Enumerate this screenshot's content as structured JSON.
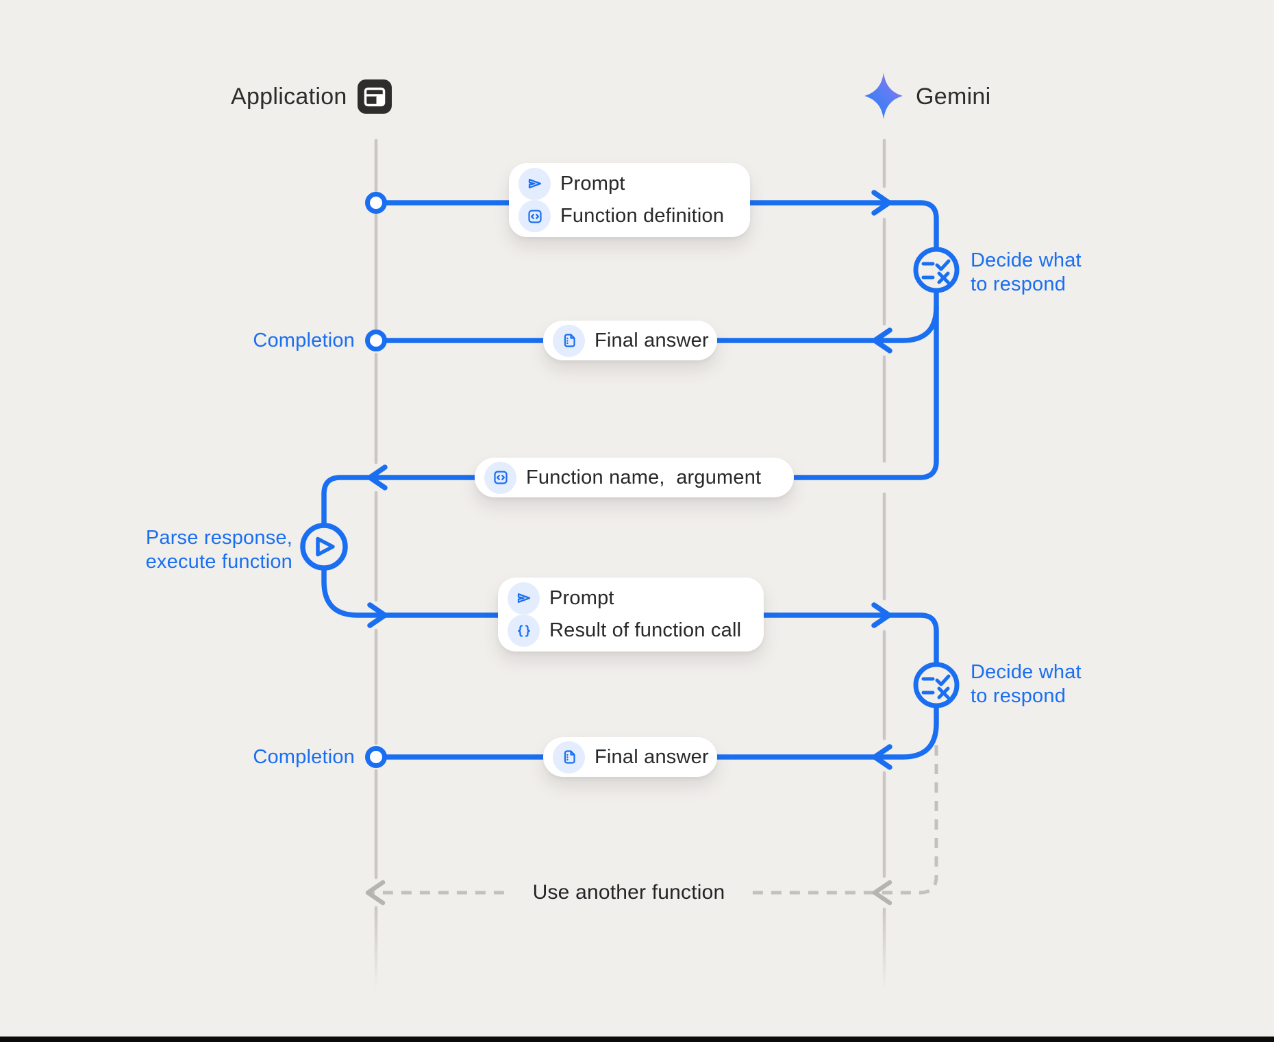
{
  "header": {
    "application_label": "Application",
    "gemini_label": "Gemini",
    "application_icon": "app-window-icon",
    "gemini_icon": "gemini-sparkle-icon"
  },
  "colors": {
    "background": "#f1efec",
    "accent_blue": "#1a6ef0",
    "text_dark": "#27282a",
    "lifeline_gray": "#c9c6c3",
    "dashed_gray": "#c3c1be",
    "icon_chip_bg": "#e4edfd",
    "box_bg": "#ffffff"
  },
  "messages": {
    "request1": {
      "rows": [
        {
          "icon": "send-icon",
          "label": "Prompt"
        },
        {
          "icon": "code-box-icon",
          "label": "Function definition"
        }
      ]
    },
    "final_answer1": {
      "rows": [
        {
          "icon": "document-icon",
          "label": "Final answer"
        }
      ]
    },
    "function_call": {
      "rows": [
        {
          "icon": "code-box-icon",
          "label": "Function name,  argument"
        }
      ]
    },
    "request2": {
      "rows": [
        {
          "icon": "send-icon",
          "label": "Prompt"
        },
        {
          "icon": "braces-icon",
          "label": "Result of function call"
        }
      ]
    },
    "final_answer2": {
      "rows": [
        {
          "icon": "document-icon",
          "label": "Final answer"
        }
      ]
    }
  },
  "annotations": {
    "decide1": {
      "line1": "Decide what",
      "line2": "to respond",
      "icon": "decide-checklist-icon"
    },
    "decide2": {
      "line1": "Decide what",
      "line2": "to respond",
      "icon": "decide-checklist-icon"
    },
    "completion1": "Completion",
    "completion2": "Completion",
    "parse": {
      "line1": "Parse response,",
      "line2": "execute function",
      "icon": "play-icon"
    },
    "use_another": "Use another function"
  }
}
